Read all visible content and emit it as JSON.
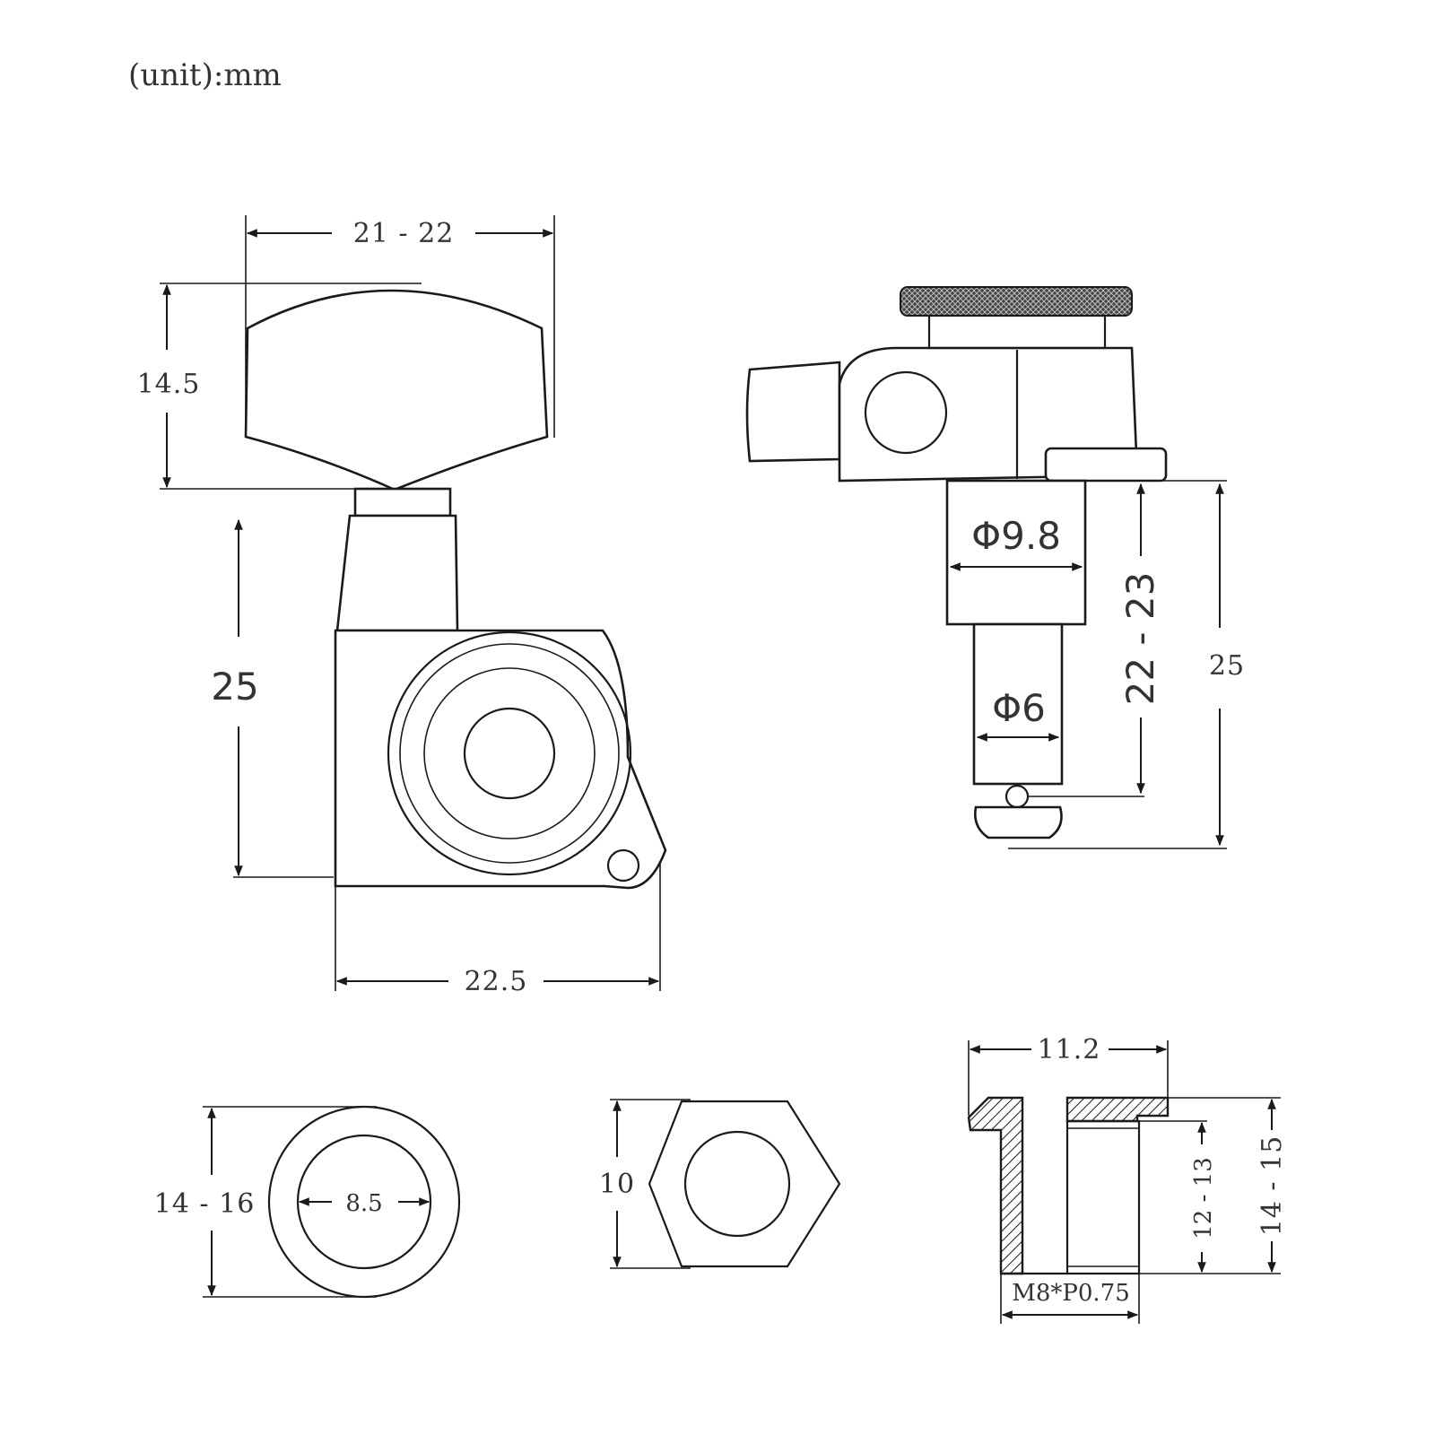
{
  "unit_note": "(unit):mm",
  "front_view": {
    "knob_width": "21 - 22",
    "knob_height": "14.5",
    "housing_height": "25",
    "housing_width": "22.5"
  },
  "side_view": {
    "post_diameter": "Φ9.8",
    "shaft_diameter": "Φ6",
    "post_length": "22 - 23",
    "total_length": "25"
  },
  "washer": {
    "outer_diameter": "14 - 16",
    "inner_diameter": "8.5"
  },
  "hex_nut": {
    "size": "10"
  },
  "bushing": {
    "flange_width": "11.2",
    "height_inner": "12 - 13",
    "height_outer": "14 - 15",
    "thread": "M8*P0.75"
  }
}
